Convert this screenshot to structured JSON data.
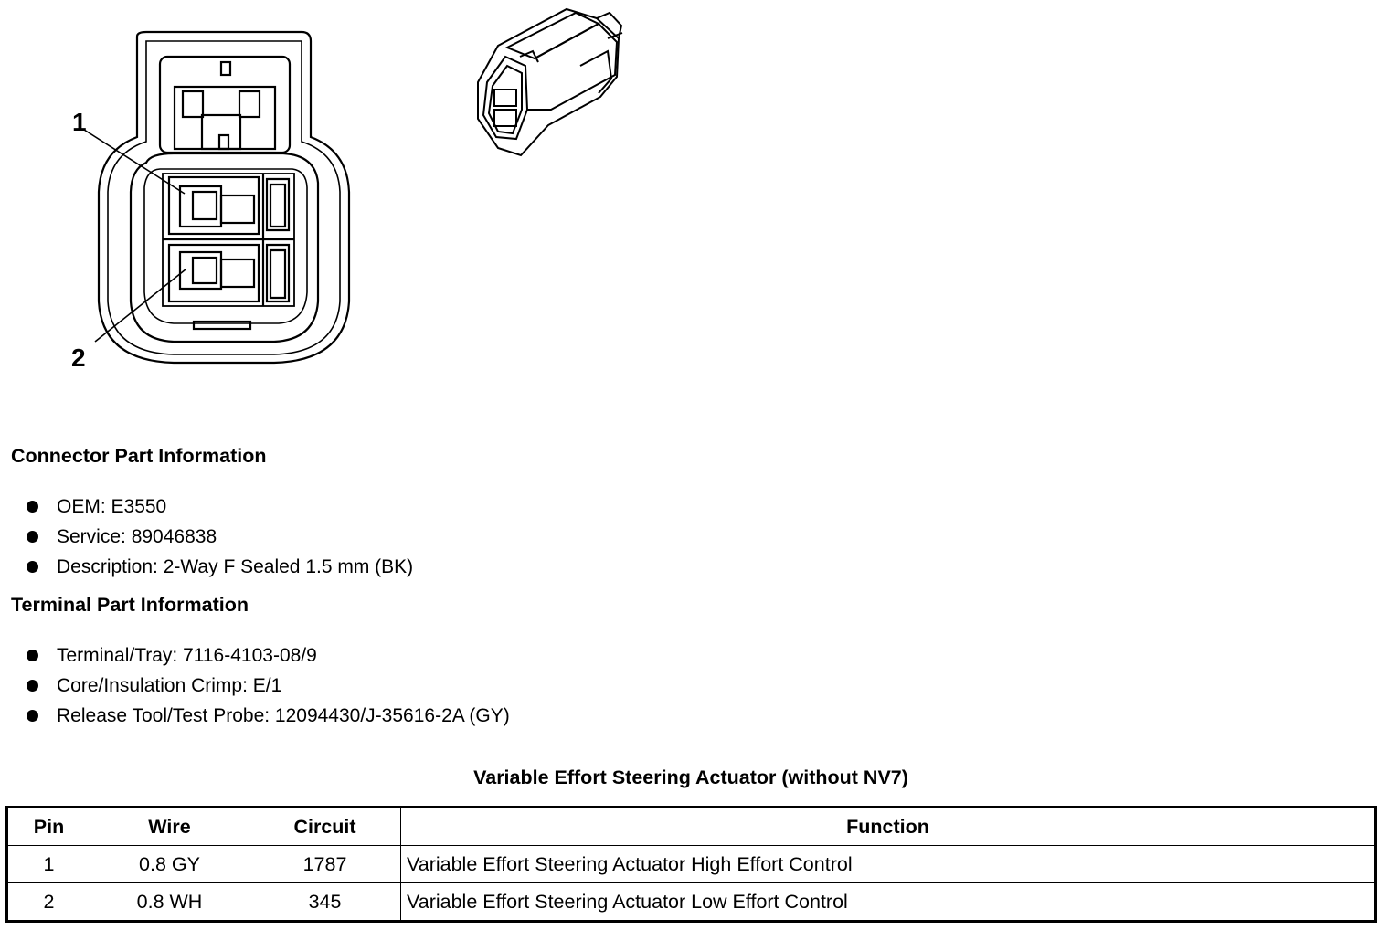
{
  "diagram": {
    "pin_callouts": [
      "1",
      "2"
    ],
    "front_view_icon": "connector-face-view",
    "isometric_view_icon": "connector-isometric-view"
  },
  "connector_info": {
    "title": "Connector Part Information",
    "items": [
      "OEM: E3550",
      "Service: 89046838",
      "Description: 2-Way F Sealed 1.5 mm (BK)"
    ]
  },
  "terminal_info": {
    "title": "Terminal Part Information",
    "items": [
      "Terminal/Tray: 7116-4103-08/9",
      "Core/Insulation Crimp: E/1",
      "Release Tool/Test Probe: 12094430/J-35616-2A (GY)"
    ]
  },
  "pin_table": {
    "caption": "Variable Effort Steering Actuator (without NV7)",
    "headers": [
      "Pin",
      "Wire",
      "Circuit",
      "Function"
    ],
    "rows": [
      [
        "1",
        "0.8 GY",
        "1787",
        "Variable Effort Steering Actuator High Effort Control"
      ],
      [
        "2",
        "0.8 WH",
        "345",
        "Variable Effort Steering Actuator Low Effort Control"
      ]
    ]
  }
}
